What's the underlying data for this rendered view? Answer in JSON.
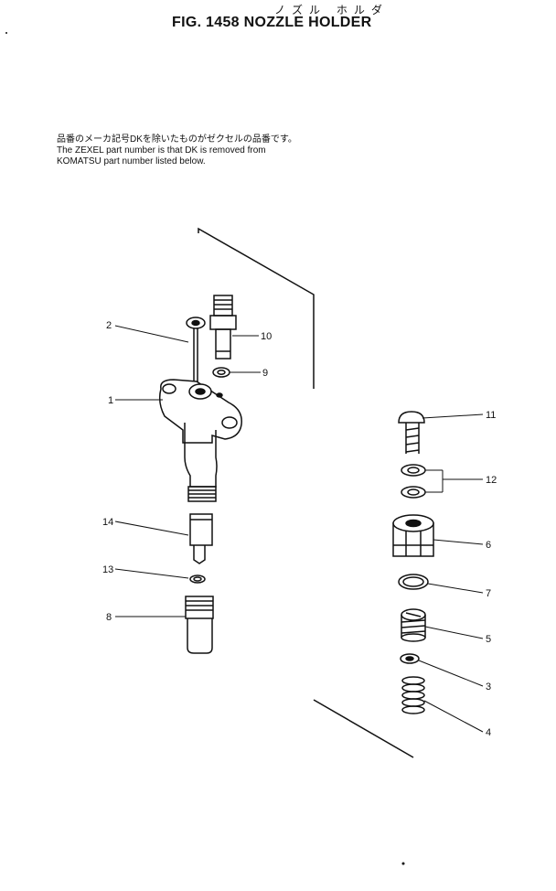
{
  "header": {
    "kana": "ノズル ホルダ",
    "title": "FIG. 1458  NOZZLE HOLDER"
  },
  "note": {
    "line1_jp": "品番のメーカ記号DKを除いたものがゼクセルの品番です。",
    "line2": "The ZEXEL part number is that DK is removed from",
    "line3": "KOMATSU part number listed below."
  },
  "callouts": {
    "c1": "1",
    "c2": "2",
    "c3": "3",
    "c4": "4",
    "c5": "5",
    "c6": "6",
    "c7": "7",
    "c8": "8",
    "c9": "9",
    "c10": "10",
    "c11": "11",
    "c12": "12",
    "c13": "13",
    "c14": "14"
  }
}
